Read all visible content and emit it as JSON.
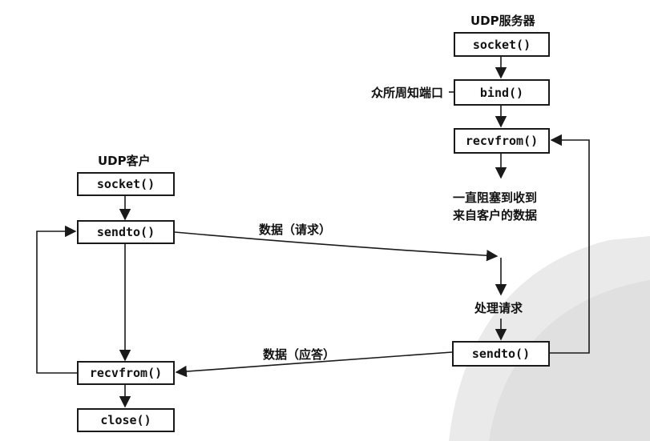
{
  "server": {
    "title": "UDP服务器",
    "socket": "socket()",
    "bind": "bind()",
    "port_label": "众所周知端口",
    "recvfrom": "recvfrom()",
    "block_line1": "一直阻塞到收到",
    "block_line2": "来自客户的数据",
    "process": "处理请求",
    "sendto": "sendto()"
  },
  "client": {
    "title": "UDP客户",
    "socket": "socket()",
    "sendto": "sendto()",
    "recvfrom": "recvfrom()",
    "close": "close()"
  },
  "messages": {
    "request": "数据（请求）",
    "reply": "数据（应答）"
  },
  "colors": {
    "line": "#1a1a1a",
    "watermark": "#bdbdbd"
  }
}
